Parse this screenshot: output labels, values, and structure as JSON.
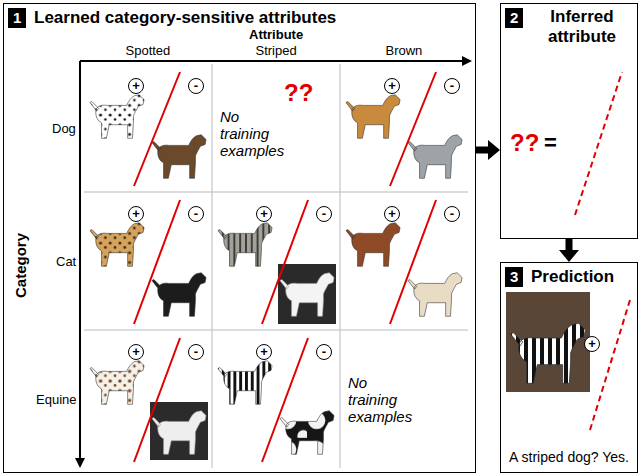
{
  "diagram": {
    "nodes": [
      {
        "text": [
          "1",
          "Learned category-sensitive attributes"
        ]
      },
      {
        "text": [
          "2",
          "Inferred attribute"
        ]
      },
      {
        "text": [
          "3",
          "Prediction",
          "A striped dog? Yes."
        ]
      }
    ],
    "edges": [
      {
        "from": 0,
        "to": 1,
        "arrow": "to"
      },
      {
        "from": 1,
        "to": 2,
        "arrow": "to"
      }
    ],
    "labels": [
      "Attribute",
      "Spotted",
      "Striped",
      "Brown",
      "Category",
      "Dog",
      "Cat",
      "Equine",
      "+",
      "-",
      "No training examples",
      "??",
      "+",
      "-",
      "+",
      "-",
      "+",
      "-",
      "+",
      "-",
      "+",
      "-",
      "+",
      "-",
      "No training examples",
      "??",
      "=",
      "+"
    ]
  }
}
